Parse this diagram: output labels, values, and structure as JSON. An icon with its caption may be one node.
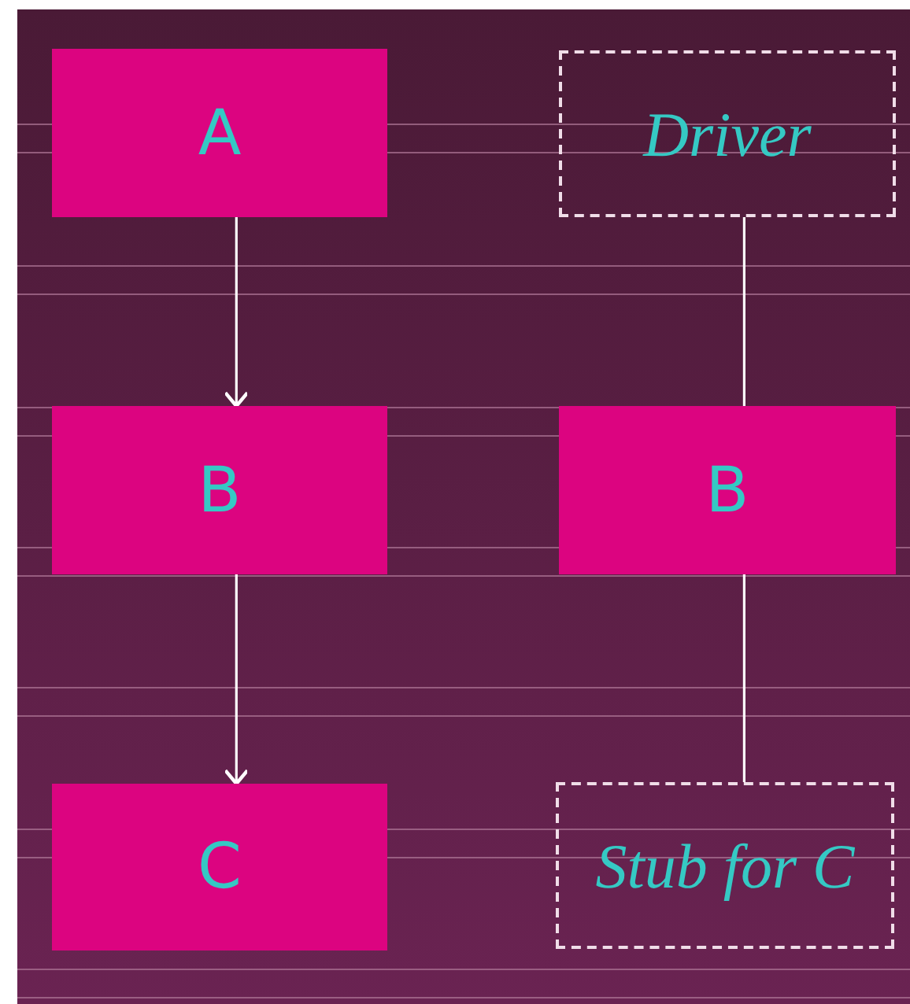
{
  "diagram": {
    "nodes": [
      {
        "text": [
          "A"
        ]
      },
      {
        "text": [
          "B"
        ]
      },
      {
        "text": [
          "C"
        ]
      },
      {
        "text": [
          "Driver"
        ]
      },
      {
        "text": [
          "B"
        ]
      },
      {
        "text": [
          "Stub for C"
        ]
      }
    ],
    "edges": [
      {
        "from": 0,
        "to": 1,
        "arrow": "to"
      },
      {
        "from": 1,
        "to": 2,
        "arrow": "to"
      },
      {
        "from": 3,
        "to": 4,
        "arrow": "none"
      },
      {
        "from": 4,
        "to": 5,
        "arrow": "none"
      }
    ]
  }
}
